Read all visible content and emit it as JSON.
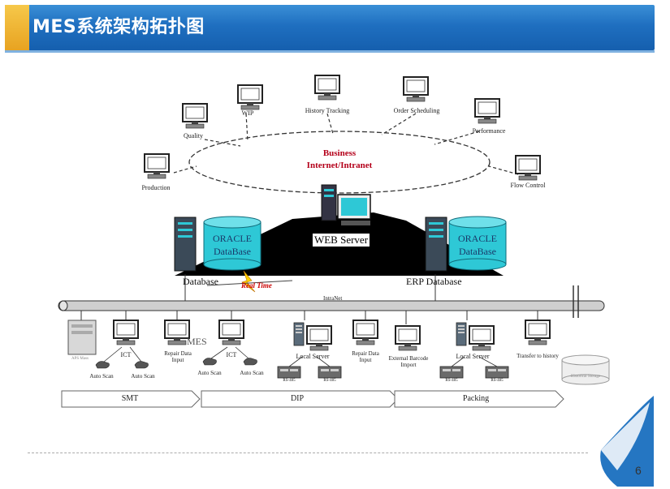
{
  "title": "MES系统架构拓扑图",
  "page_number": "6",
  "network": {
    "business_line1": "Business",
    "business_line2": "Internet/Intranet",
    "intranet_label": "IntraNet",
    "real_time": "Real Time"
  },
  "clients": [
    {
      "label": "WIP"
    },
    {
      "label": "History Tracking"
    },
    {
      "label": "Order Scheduling"
    },
    {
      "label": "Quality"
    },
    {
      "label": "Performance"
    },
    {
      "label": "Production"
    },
    {
      "label": "Flow Control"
    }
  ],
  "servers": {
    "web": "WEB Server",
    "db_left_line1": "ORACLE",
    "db_left_line2": "DataBase",
    "db_left_caption": "Database",
    "db_right_line1": "ORACLE",
    "db_right_line2": "DataBase",
    "db_right_caption": "ERP Database"
  },
  "floor": {
    "mes": "MES",
    "ict_1": "ICT",
    "ict_2": "ICT",
    "repair_1": "Repair Data Input",
    "repair_2": "Repair Data Input",
    "local_server_1": "Local Server",
    "local_server_2": "Local Server",
    "external": "External Barcode Import",
    "transfer": "Transfer to history",
    "auto_scan": [
      "Auto Scan",
      "Auto Scan",
      "Auto Scan",
      "Auto Scan"
    ],
    "rs485": [
      "RS-485",
      "RS-485",
      "RS-485",
      "RS-485"
    ],
    "rack_label": "APS Mass",
    "storage_label": "Historical Storage"
  },
  "stages": [
    "SMT",
    "DIP",
    "Packing"
  ],
  "colors": {
    "title_bar": "#1f6fc0",
    "title_accent": "#f6c84a",
    "db_cylinder": "#2ec8d6",
    "real_time": "#c00000",
    "business": "#b4001a"
  }
}
